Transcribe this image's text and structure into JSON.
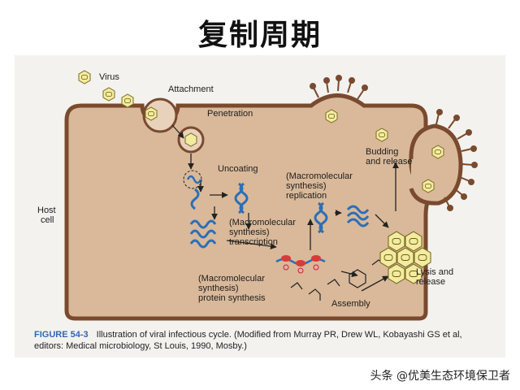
{
  "title": "复制周期",
  "labels": {
    "virus": "Virus",
    "attachment": "Attachment",
    "penetration": "Penetration",
    "host_cell_1": "Host",
    "host_cell_2": "cell",
    "uncoating": "Uncoating",
    "replication_1": "(Macromolecular",
    "replication_2": "synthesis)",
    "replication_3": "replication",
    "transcription_1": "(Macromolecular",
    "transcription_2": "synthesis)",
    "transcription_3": "transcription",
    "protein_1": "(Macromolecular",
    "protein_2": "synthesis)",
    "protein_3": "protein synthesis",
    "assembly": "Assembly",
    "budding_1": "Budding",
    "budding_2": "and release",
    "lysis_1": "Lysis and",
    "lysis_2": "release"
  },
  "caption": {
    "label": "FIGURE 54-3",
    "text": "Illustration of viral infectious cycle. (Modified from Murray PR, Drew WL, Kobayashi GS et al, editors: Medical microbiology, St Louis, 1990, Mosby.)"
  },
  "watermark": "头条 @优美生态环境保卫者",
  "colors": {
    "cell_fill": "#d9b99a",
    "cell_border": "#7a4a2e",
    "virus_fill": "#f3eca0",
    "nucleic_acid": "#2c6fb7",
    "protein": "#d93a3a",
    "caption_label": "#2f69b0"
  }
}
